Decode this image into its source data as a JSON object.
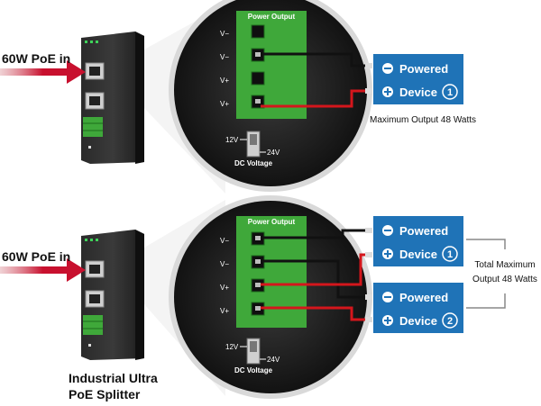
{
  "diagram_top": {
    "input_label": "60W PoE in",
    "panel_title": "Power Output",
    "terminals": [
      "V−",
      "V−",
      "V+",
      "V+"
    ],
    "switch_left": "12V",
    "switch_right": "24V",
    "switch_caption": "DC Voltage",
    "device": {
      "line1": "Powered",
      "line2": "Device",
      "number": "1"
    },
    "caption": "Maximum Output 48 Watts"
  },
  "diagram_bottom": {
    "input_label": "60W PoE in",
    "panel_title": "Power Output",
    "terminals": [
      "V−",
      "V−",
      "V+",
      "V+"
    ],
    "switch_left": "12V",
    "switch_right": "24V",
    "switch_caption": "DC Voltage",
    "device_1": {
      "line1": "Powered",
      "line2": "Device",
      "number": "1"
    },
    "device_2": {
      "line1": "Powered",
      "line2": "Device",
      "number": "2"
    },
    "bracket_caption_line1": "Total Maximum",
    "bracket_caption_line2": "Output 48 Watts"
  },
  "product_name_line1": "Industrial Ultra",
  "product_name_line2": "PoE Splitter",
  "colors": {
    "arrow_red": "#c8102e",
    "device_blue": "#1f73b7",
    "panel_green": "#3fa83a",
    "wire_red": "#d4161c",
    "wire_black": "#111111"
  }
}
